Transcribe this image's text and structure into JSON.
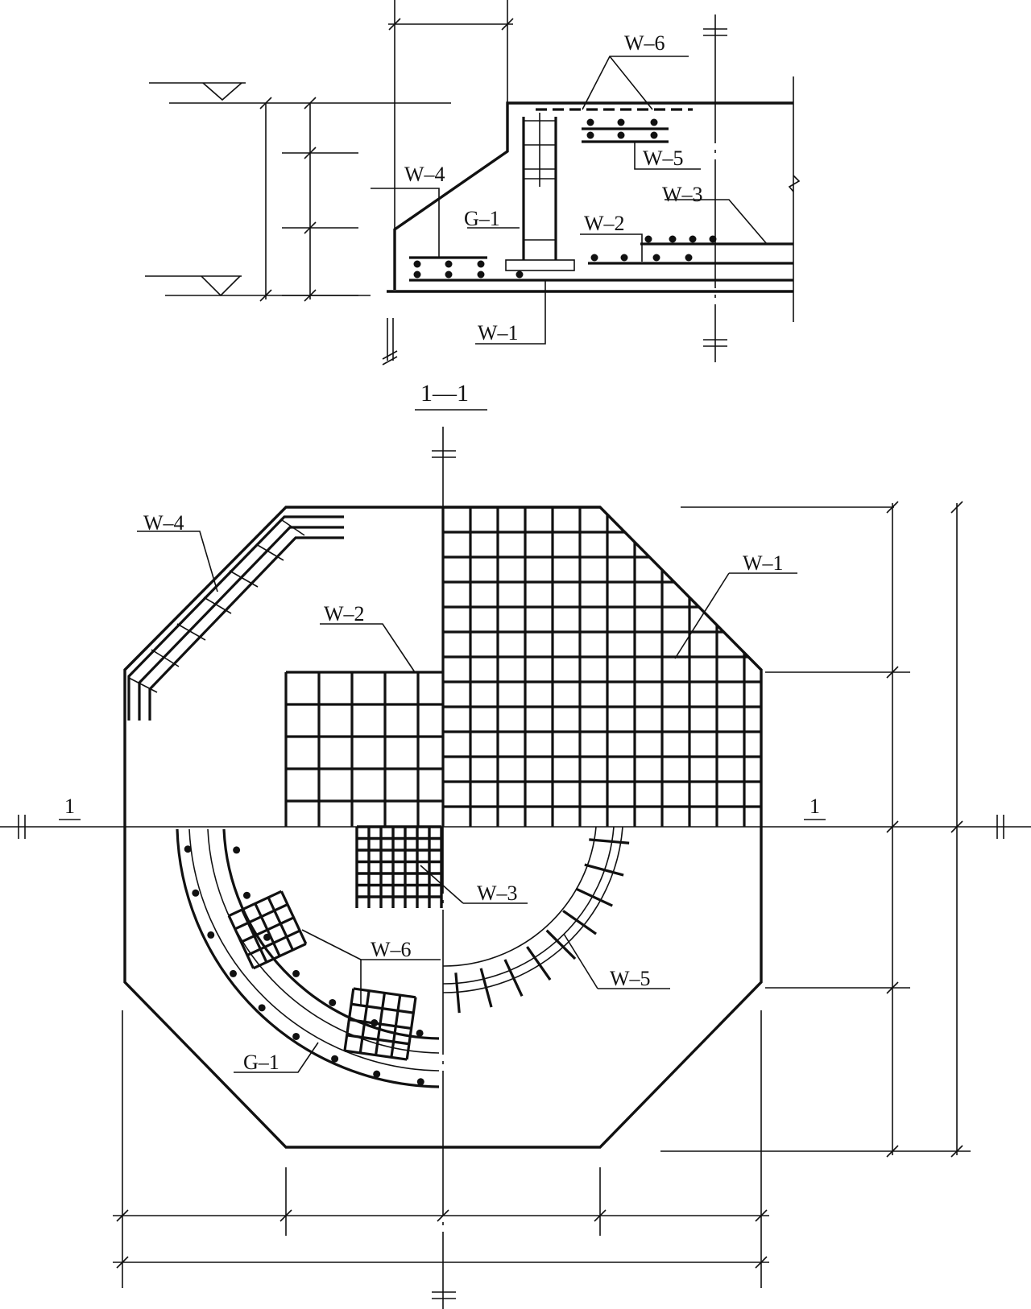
{
  "section": {
    "title": "1—1",
    "labels": {
      "w6": "W–6",
      "w5": "W–5",
      "w4": "W–4",
      "w3": "W–3",
      "w2": "W–2",
      "w1": "W–1",
      "g1": "G–1"
    }
  },
  "plan": {
    "cut_label_left": "1",
    "cut_label_right": "1",
    "labels": {
      "w4": "W–4",
      "w1": "W–1",
      "w2": "W–2",
      "w3": "W–3",
      "w6": "W–6",
      "w5": "W–5",
      "g1": "G–1"
    }
  },
  "colors": {
    "ink": "#111111",
    "paper": "#ffffff"
  }
}
